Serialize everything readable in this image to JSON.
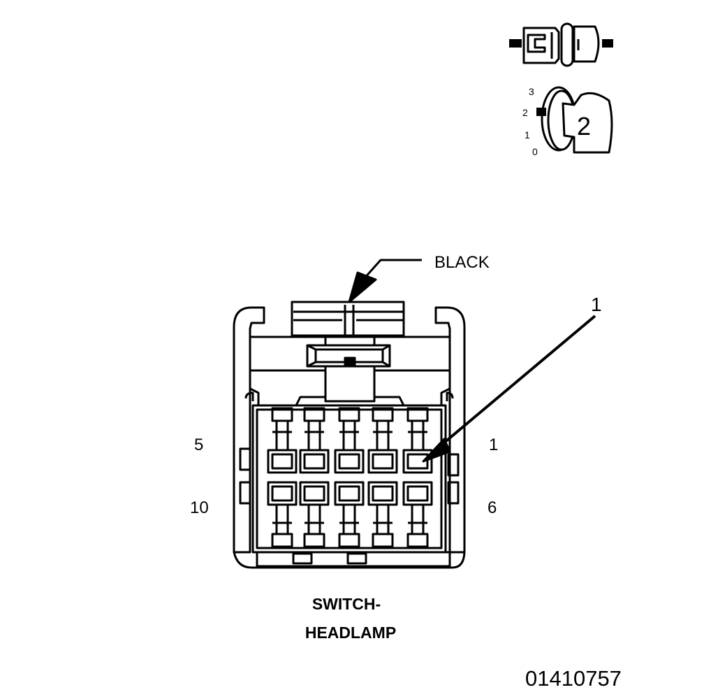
{
  "connector": {
    "color": "BLACK",
    "callout": "1",
    "title_line1": "SWITCH-",
    "title_line2": "HEADLAMP",
    "pin_labels": {
      "top_left": "5",
      "top_right": "1",
      "bottom_left": "10",
      "bottom_right": "6"
    }
  },
  "icon": {
    "key_number": "2",
    "rotation_positions": [
      "3",
      "2",
      "1",
      "0"
    ]
  },
  "figure_id": "01410757"
}
